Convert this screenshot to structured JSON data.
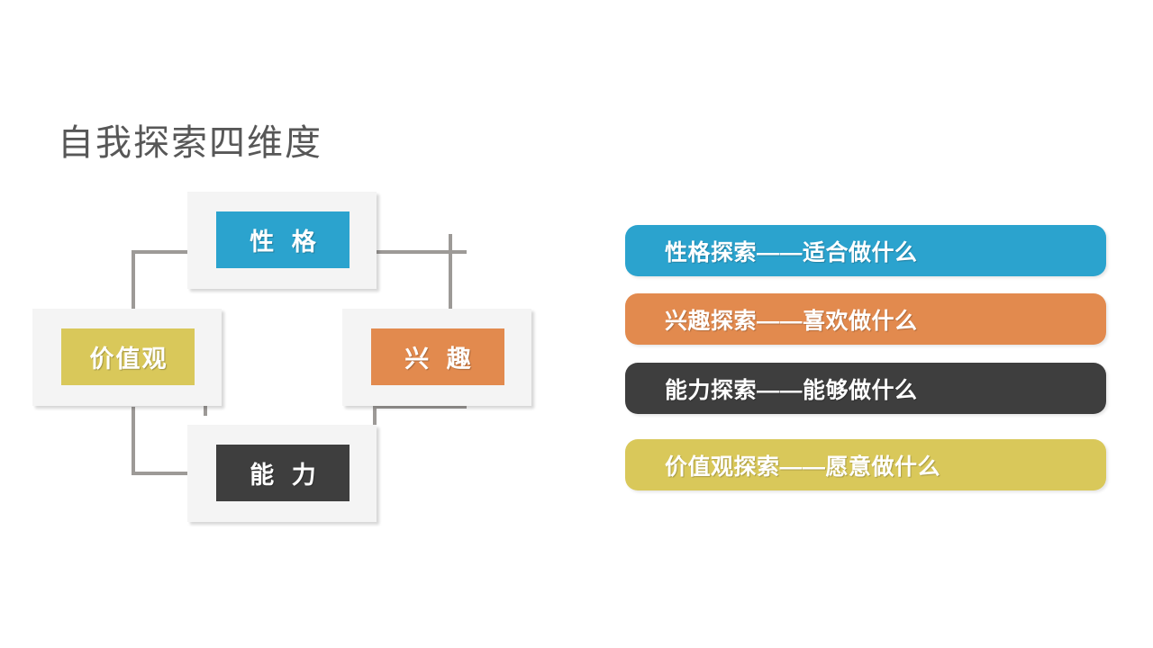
{
  "slide": {
    "title": "自我探索四维度",
    "background": "#ffffff",
    "title_color": "#575757"
  },
  "palette": {
    "blue": "#2BA3CE",
    "orange": "#E28A4E",
    "dark": "#3E3E3E",
    "gold": "#D9C85A",
    "panel": "#f4f4f4",
    "connector": "#9d9a97"
  },
  "diagram": {
    "name": "四维度关系图",
    "nodes": [
      {
        "id": "personality",
        "label": "性 格",
        "color": "#2BA3CE",
        "position": "top"
      },
      {
        "id": "values",
        "label": "价值观",
        "color": "#D9C85A",
        "position": "left"
      },
      {
        "id": "interest",
        "label": "兴 趣",
        "color": "#E28A4E",
        "position": "right"
      },
      {
        "id": "ability",
        "label": "能 力",
        "color": "#3E3E3E",
        "position": "bottom"
      }
    ]
  },
  "bars": [
    {
      "id": "bar-personality",
      "label": "性格探索——适合做什么",
      "color": "#2BA3CE"
    },
    {
      "id": "bar-interest",
      "label": "兴趣探索——喜欢做什么",
      "color": "#E28A4E"
    },
    {
      "id": "bar-ability",
      "label": "能力探索——能够做什么",
      "color": "#3E3E3E"
    },
    {
      "id": "bar-values",
      "label": "价值观探索——愿意做什么",
      "color": "#D9C85A"
    }
  ]
}
